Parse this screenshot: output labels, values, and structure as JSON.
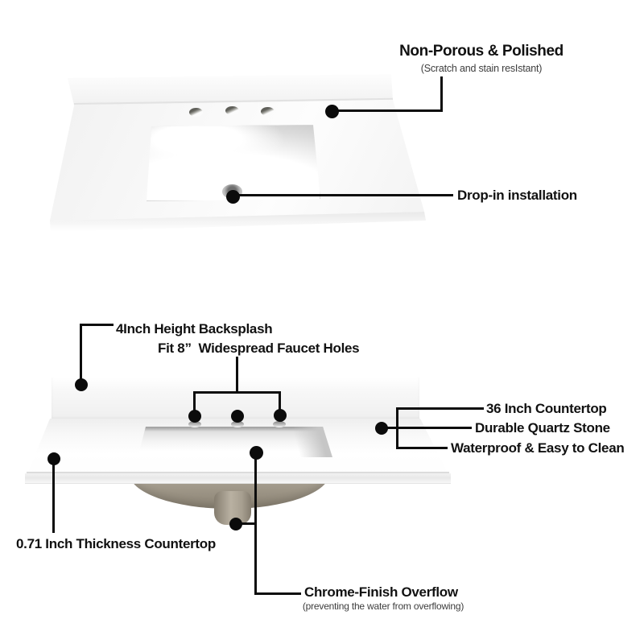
{
  "callouts": {
    "non_porous": {
      "title": "Non-Porous & Polished",
      "subtitle": "(Scratch and stain resIstant)"
    },
    "drop_in": {
      "label": "Drop-in installation"
    },
    "backsplash_height": {
      "label": "4Inch Height Backsplash"
    },
    "faucet_holes": {
      "label": "Fit 8”  Widespread Faucet Holes"
    },
    "countertop_width": {
      "label": "36 Inch Countertop"
    },
    "material": {
      "label": "Durable Quartz Stone"
    },
    "waterproof": {
      "label": "Waterproof & Easy to Clean"
    },
    "thickness": {
      "label": "0.71 Inch Thickness Countertop"
    },
    "overflow": {
      "title": "Chrome-Finish Overflow",
      "subtitle": "(preventing the water from overflowing)"
    }
  },
  "colors": {
    "callout_line": "#0d0d0d",
    "label_text": "#111111",
    "subtitle_text": "#3d3d3d",
    "countertop_white": "#fafafa",
    "ceramic_underside": "#a49c8d",
    "chrome_gray": "#9a9a9a"
  }
}
